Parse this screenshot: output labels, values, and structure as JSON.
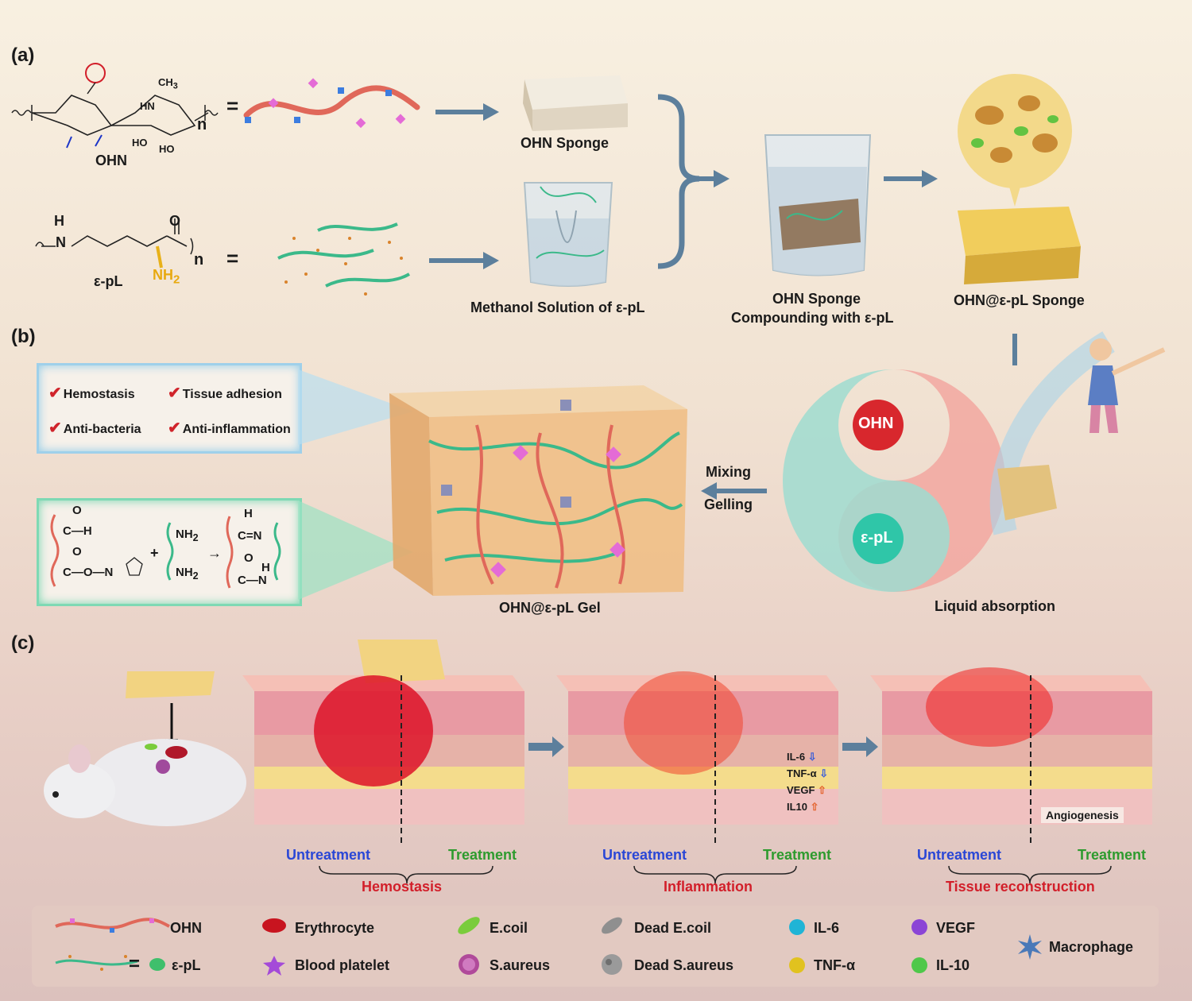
{
  "panels": {
    "a": "(a)",
    "b": "(b)",
    "c": "(c)"
  },
  "panel_a": {
    "ohn_label": "OHN",
    "epl_label": "ε-pL",
    "ohn_sponge": "OHN Sponge",
    "methanol": "Methanol Solution of ε-pL",
    "compounding_1": "OHN Sponge",
    "compounding_2": "Compounding with ε-pL",
    "ohn_epl_sponge": "OHN@ε-pL Sponge",
    "equals": "=",
    "n": "n",
    "nh2": "NH",
    "nh2_sub": "2",
    "o": "O",
    "h": "H",
    "n_atom": "N",
    "ho": "HO",
    "ch3": "CH",
    "ch3_sub": "3",
    "hn": "HN"
  },
  "panel_b": {
    "features": [
      "Hemostasis",
      "Tissue adhesion",
      "Anti-bacteria",
      "Anti-inflammation"
    ],
    "gel_label": "OHN@ε-pL Gel",
    "mixing": "Mixing",
    "gelling": "Gelling",
    "liquid": "Liquid absorption",
    "ohn_ball": "OHN",
    "epl_ball": "ε-pL",
    "rxn": {
      "o": "O",
      "cho": "C—H",
      "nh2": "NH",
      "sub2": "2",
      "plus": "+",
      "arrow": "→",
      "cn": "C=N",
      "h": "H",
      "coo": "C—O—N",
      "conh": "C—N",
      "n": "N"
    }
  },
  "panel_c": {
    "stages": [
      {
        "left": "Untreatment",
        "right": "Treatment",
        "name": "Hemostasis"
      },
      {
        "left": "Untreatment",
        "right": "Treatment",
        "name": "Inflammation"
      },
      {
        "left": "Untreatment",
        "right": "Treatment",
        "name": "Tissue reconstruction"
      }
    ],
    "cytokines": [
      "IL-6",
      "TNF-α",
      "VEGF",
      "IL10"
    ],
    "angiogenesis": "Angiogenesis"
  },
  "legend": [
    {
      "label": "OHN"
    },
    {
      "label": "Erythrocyte"
    },
    {
      "label": "E.coil"
    },
    {
      "label": "Dead E.coil"
    },
    {
      "label": "IL-6"
    },
    {
      "label": "VEGF"
    },
    {
      "label": "ε-pL"
    },
    {
      "label": "Blood platelet"
    },
    {
      "label": "S.aureus"
    },
    {
      "label": "Dead S.aureus"
    },
    {
      "label": "TNF-α"
    },
    {
      "label": "IL-10"
    },
    {
      "label": "Macrophage"
    }
  ],
  "legend_equals": "=",
  "colors": {
    "ohn_chain": "#e0685a",
    "epl_chain": "#3bb98a",
    "arrow": "#5c7f9c",
    "untreat": "#2a47d6",
    "treat": "#2e9b2e",
    "stage": "#d21f2a"
  }
}
